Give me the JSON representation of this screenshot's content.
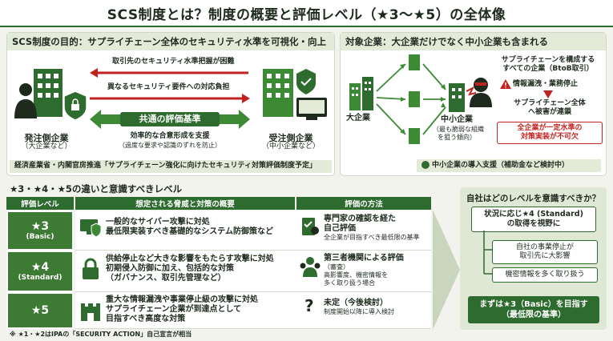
{
  "title": "SCS制度とは？制度の概要と評価レベル（★3〜★5）の全体像",
  "left_panel": {
    "header": "SCS制度の目的：サプライチェーン全体のセキュリティ水準を可視化・向上",
    "arrow_left_1": "取引先のセキュリティ水準把握が困難",
    "arrow_right_1": "異なるセキュリティ要件への対応負担",
    "common_label": "共通の評価基準",
    "sub_1": "効率的な合意形成を支援",
    "sub_2": "（過度な要求や認識のずれを防止）",
    "left_org": "発注側企業",
    "left_org_sub": "（大企業など）",
    "right_org": "受注側企業",
    "right_org_sub": "（中小企業など）",
    "footer": "経済産業省・内閣官房推進「サプライチェーン強化に向けたセキュリティ対策評価制度予定」"
  },
  "right_panel": {
    "header": "対象企業：大企業だけでなく中小企業も含まれる",
    "big_co": "大企業",
    "small_co": "中小企業",
    "small_co_sub1": "（最も脆弱な組織",
    "small_co_sub2": "を狙う傾向）",
    "note_1a": "サプライチェーンを構成する",
    "note_1b": "すべての企業（BtoB取引）",
    "note_2": "情報漏洩・業務停止",
    "note_3a": "サプライチェーン全体",
    "note_3b": "へ被害が連鎖",
    "note_4a": "全企業が一定水準の",
    "note_4b": "対策実装が不可欠",
    "support": "中小企業の導入支援（補助金など検討中）"
  },
  "bottom": {
    "header": "★3・★4・★5の違いと意識すべきレベル",
    "col_level": "評価レベル",
    "col_threat": "想定される脅威と対策の概要",
    "col_method": "評価の方法",
    "rows": [
      {
        "level": "★3",
        "level_sub": "(Basic)",
        "threat1": "一般的なサイバー攻撃に対処",
        "threat2": "最低限実装すべき基礎的なシステム防御策など",
        "threat3": "",
        "method1": "専門家の確認を経た",
        "method2": "自己評価",
        "method3": "全企業が目指すべき最低限の基準",
        "method4": ""
      },
      {
        "level": "★4",
        "level_sub": "(Standard)",
        "threat1": "供給停止など大きな影響をもたらす攻撃に対処",
        "threat2": "初期侵入防御に加え、包括的な対策",
        "threat3": "（ガバナンス、取引先管理など）",
        "method1": "第三者機関による評価",
        "method2": "（審査）",
        "method3": "高影響度、機密情報を",
        "method4": "多く取り扱う場合"
      },
      {
        "level": "★5",
        "level_sub": "",
        "threat1": "重大な情報漏洩や事業停止級の攻撃に対処",
        "threat2": "サプライチェーン企業が到達点として",
        "threat3": "目指すべき高度な対策",
        "method1": "未定（今後検討）",
        "method2": "",
        "method3": "制度開始以降に導入検討",
        "method4": ""
      }
    ],
    "note": "※ ★1・★2はIPAの「SECURITY ACTION」自己宣言が相当",
    "question_mark": "?"
  },
  "side": {
    "header": "自社はどのレベルを意識すべきか？",
    "box1a": "状況に応じ★4 (Standard)",
    "box1b": "の取得を視野に",
    "box2a": "自社の事業停止が",
    "box2b": "取引先に大影響",
    "box3": "機密情報を多く取り扱う",
    "box4a": "まずは★3（Basic）を目指す",
    "box4b": "（最低限の基準）"
  },
  "colors": {
    "accent": "#2e6b2e",
    "alert": "#c0221f",
    "bg": "#f3f3ee"
  }
}
